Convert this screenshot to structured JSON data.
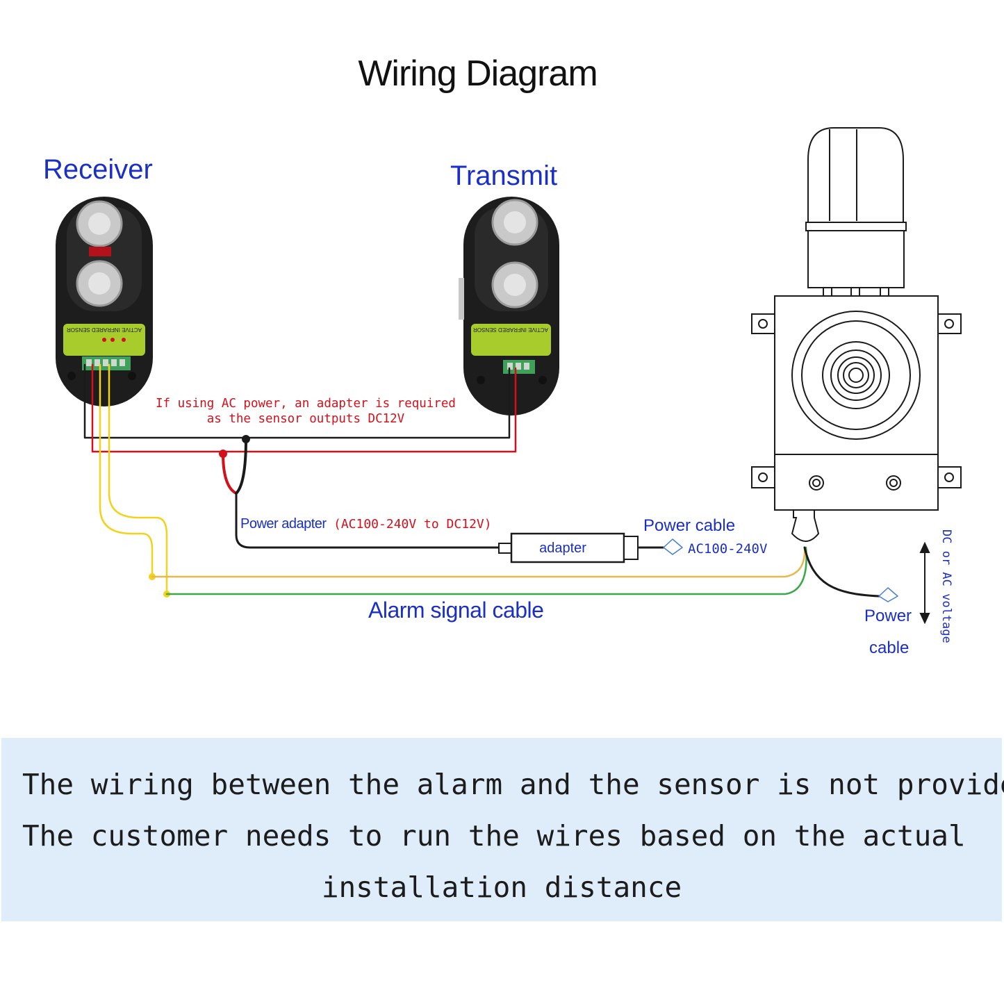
{
  "title": "Wiring Diagram",
  "labels": {
    "receiver": "Receiver",
    "transmit": "Transmit",
    "ac_note_line1": "If using AC power, an adapter is required",
    "ac_note_line2": "as the sensor outputs DC12V",
    "power_adapter": "Power adapter",
    "power_adapter_range": "(AC100-240V to DC12V)",
    "adapter": "adapter",
    "power_cable": "Power cable",
    "ac_range": "AC100-240V",
    "alarm_signal_cable": "Alarm signal cable",
    "power_cable_line1": "Power",
    "power_cable_line2": "cable",
    "voltage_note": "DC or AC voltage"
  },
  "sensor_text": {
    "receiver_band": "ACTIVE INFRARED SENSOR",
    "transmitter_band": "ACTIVE INFRARED SENSOR"
  },
  "notice": {
    "line1": "The wiring between the alarm and the sensor is not provided.",
    "line2": "The customer needs to run the wires based on the actual",
    "line3": "installation distance"
  },
  "colors": {
    "label_blue": "#1a2fc4",
    "note_red": "#d4101b",
    "wire_black": "#1a1a1a",
    "wire_red": "#d4101b",
    "wire_yellow": "#f2d21a",
    "wire_orange": "#e8b84a",
    "wire_green": "#3aa84a",
    "sensor_green": "#a7cc2c",
    "panel_bg": "#deedf9"
  }
}
